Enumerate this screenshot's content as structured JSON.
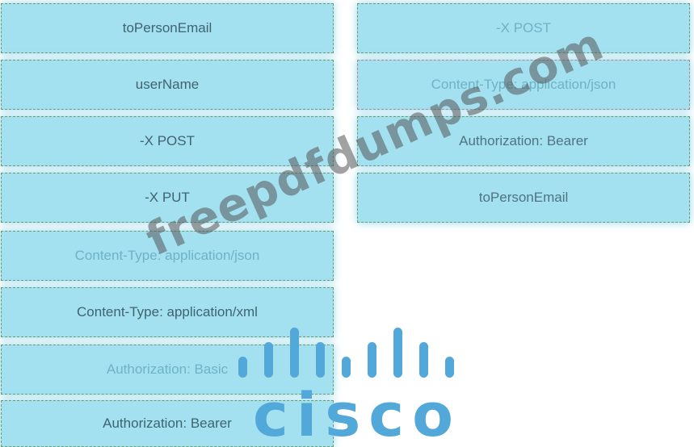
{
  "left_tiles": [
    {
      "label": "toPersonEmail"
    },
    {
      "label": "userName"
    },
    {
      "label": "-X POST"
    },
    {
      "label": "-X PUT"
    },
    {
      "label": "Content-Type: application/json"
    },
    {
      "label": "Content-Type: application/xml"
    },
    {
      "label": "Authorization: Basic"
    },
    {
      "label": "Authorization: Bearer"
    }
  ],
  "right_tiles": [
    {
      "label": "-X POST"
    },
    {
      "label": "Content-Type: application/json"
    },
    {
      "label": "Authorization: Bearer"
    },
    {
      "label": "toPersonEmail"
    }
  ],
  "watermark": "freepdfdumps.com",
  "logo": {
    "name": "cisco",
    "color": "#52a8d8"
  },
  "colors": {
    "tile_background": "#a3e1f1",
    "tile_text": "#41636f",
    "tile_border": "#6f9a6a"
  }
}
